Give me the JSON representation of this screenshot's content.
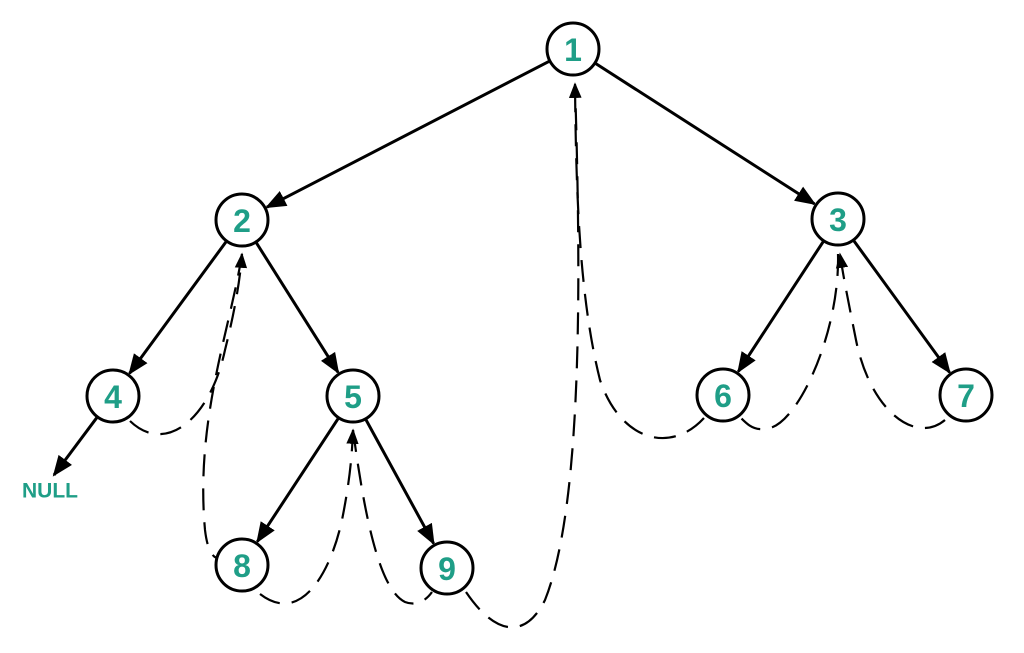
{
  "colors": {
    "label": "#1f9e87",
    "line": "#000000"
  },
  "nodes": [
    {
      "id": "n1",
      "label": "1"
    },
    {
      "id": "n2",
      "label": "2"
    },
    {
      "id": "n3",
      "label": "3"
    },
    {
      "id": "n4",
      "label": "4"
    },
    {
      "id": "n5",
      "label": "5"
    },
    {
      "id": "n6",
      "label": "6"
    },
    {
      "id": "n7",
      "label": "7"
    },
    {
      "id": "n8",
      "label": "8"
    },
    {
      "id": "n9",
      "label": "9"
    }
  ],
  "null_label": "NULL",
  "edges": [
    {
      "from": "n1",
      "to": "n2"
    },
    {
      "from": "n1",
      "to": "n3"
    },
    {
      "from": "n2",
      "to": "n4"
    },
    {
      "from": "n2",
      "to": "n5"
    },
    {
      "from": "n3",
      "to": "n6"
    },
    {
      "from": "n3",
      "to": "n7"
    },
    {
      "from": "n5",
      "to": "n8"
    },
    {
      "from": "n5",
      "to": "n9"
    },
    {
      "from": "n4",
      "to": "null"
    }
  ],
  "threads": [
    {
      "from": "n4",
      "to": "n2"
    },
    {
      "from": "n8",
      "to": "n5"
    },
    {
      "from": "n9",
      "to": "n1"
    },
    {
      "from": "n6",
      "to": "n3"
    },
    {
      "from": "n7",
      "to": "n3"
    }
  ]
}
